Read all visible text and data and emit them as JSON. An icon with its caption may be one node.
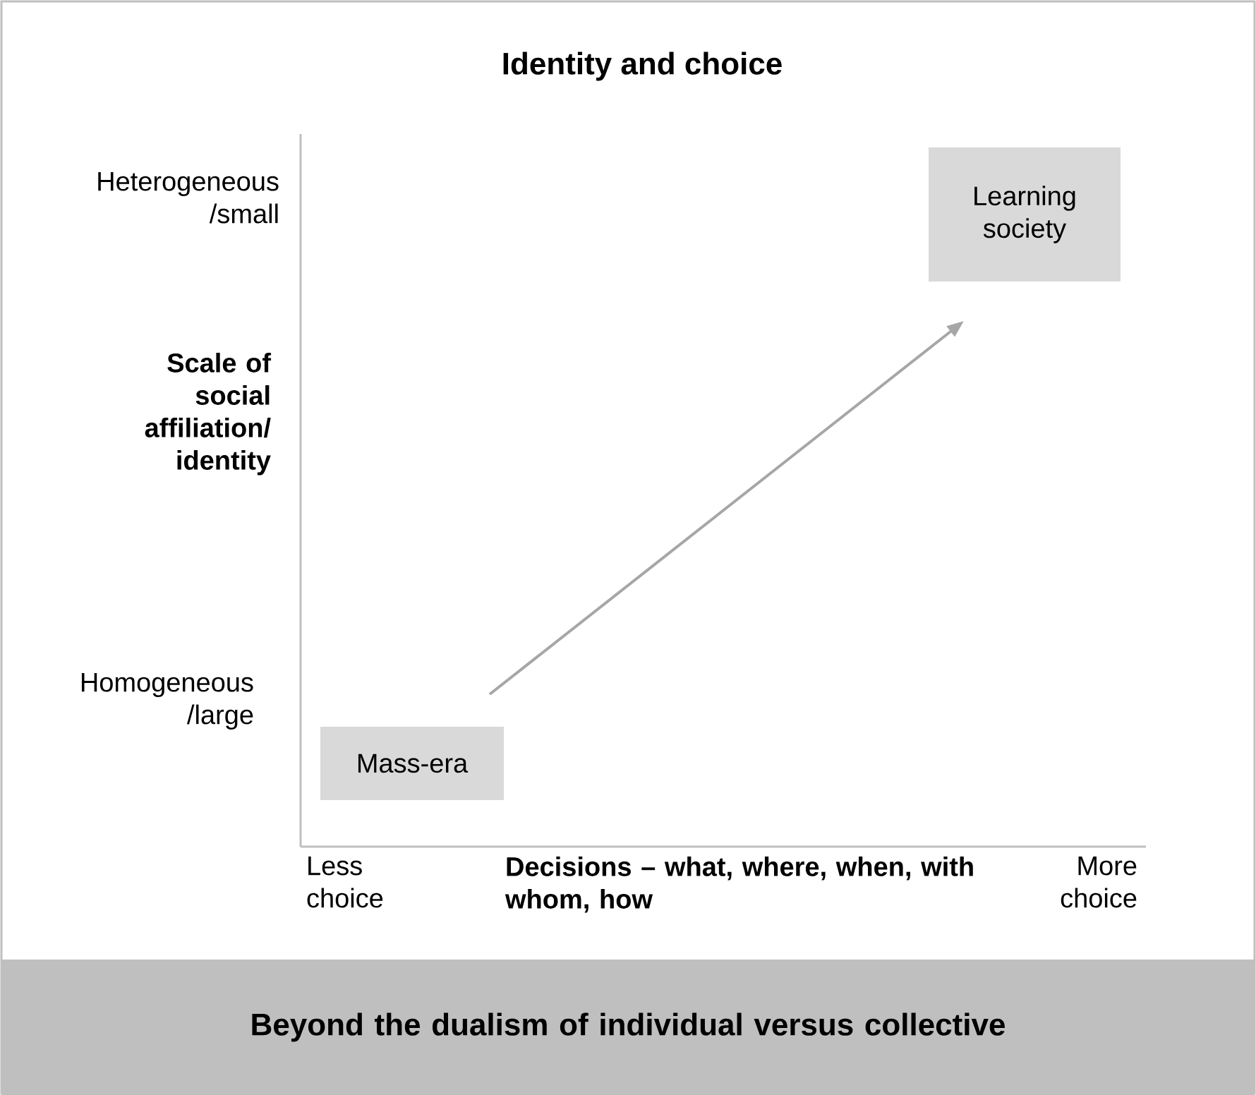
{
  "diagram": {
    "title": "Identity and choice",
    "nodes": [
      {
        "text": [
          "Learning society"
        ]
      },
      {
        "text": [
          "Mass-era"
        ]
      },
      {
        "text": [
          "Beyond the dualism of individual versus collective"
        ]
      }
    ],
    "edges": [
      {
        "from": 1,
        "to": 0,
        "arrow": "to"
      }
    ],
    "labels": [
      "Heterogeneous /small",
      "Scale of social affiliation/ identity",
      "Homogeneous /large",
      "Less choice",
      "Decisions – what, where, when, with whom, how",
      "More choice"
    ]
  }
}
